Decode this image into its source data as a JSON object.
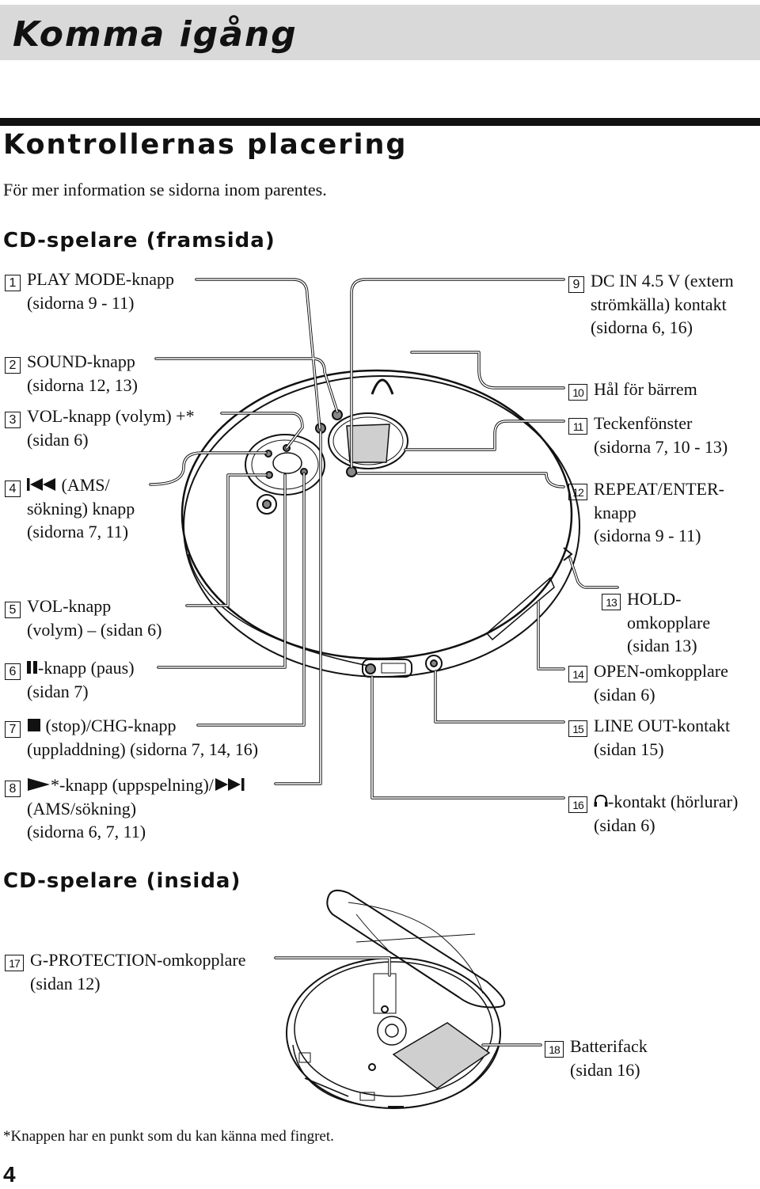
{
  "page": {
    "title": "Komma igång",
    "section_title": "Kontrollernas placering",
    "intro": "För mer information se sidorna inom parentes.",
    "front_heading": "CD-spelare (framsida)",
    "inside_heading": "CD-spelare (insida)",
    "footnote": "*Knappen har en punkt som du kan känna med fingret.",
    "page_number": "4"
  },
  "items": {
    "i1": {
      "num": "1",
      "l1": "PLAY MODE-knapp",
      "l2": "(sidorna 9 - 11)"
    },
    "i2": {
      "num": "2",
      "l1": "SOUND-knapp",
      "l2": "(sidorna 12, 13)"
    },
    "i3": {
      "num": "3",
      "l1": "VOL-knapp (volym) +*",
      "l2": "(sidan 6)"
    },
    "i4": {
      "num": "4",
      "l1": " (AMS/",
      "l2": "sökning) knapp",
      "l3": "(sidorna 7, 11)"
    },
    "i5": {
      "num": "5",
      "l1": "VOL-knapp",
      "l2": "(volym) – (sidan 6)"
    },
    "i6": {
      "num": "6",
      "l1": "-knapp (paus)",
      "l2": "(sidan 7)"
    },
    "i7": {
      "num": "7",
      "l1": " (stop)/CHG-knapp",
      "l2": "(uppladdning) (sidorna 7, 14, 16)"
    },
    "i8": {
      "num": "8",
      "l1": "*-knapp (uppspelning)/",
      "l2": "(AMS/sökning)",
      "l3": "(sidorna 6, 7, 11)"
    },
    "i9": {
      "num": "9",
      "l1": "DC IN 4.5 V (extern",
      "l2": "strömkälla) kontakt",
      "l3": "(sidorna 6, 16)"
    },
    "i10": {
      "num": "10",
      "l1": "Hål för bärrem"
    },
    "i11": {
      "num": "11",
      "l1": "Teckenfönster",
      "l2": "(sidorna 7, 10 - 13)"
    },
    "i12": {
      "num": "12",
      "l1": "REPEAT/ENTER-",
      "l2": "knapp",
      "l3": "(sidorna 9 - 11)"
    },
    "i13": {
      "num": "13",
      "l1": "HOLD-",
      "l2": "omkopplare",
      "l3": "(sidan 13)"
    },
    "i14": {
      "num": "14",
      "l1": "OPEN-omkopplare",
      "l2": "(sidan 6)"
    },
    "i15": {
      "num": "15",
      "l1": "LINE OUT-kontakt",
      "l2": "(sidan 15)"
    },
    "i16": {
      "num": "16",
      "l1": "-kontakt (hörlurar)",
      "l2": "(sidan 6)"
    },
    "i17": {
      "num": "17",
      "l1": "G-PROTECTION-omkopplare",
      "l2": "(sidan 12)"
    },
    "i18": {
      "num": "18",
      "l1": "Batterifack",
      "l2": "(sidan 16)"
    }
  },
  "icons": {
    "prev": "skip-back-icon",
    "pause": "pause-icon",
    "stop": "stop-icon",
    "play": "play-icon",
    "next": "skip-forward-icon",
    "headphones": "headphones-icon"
  }
}
